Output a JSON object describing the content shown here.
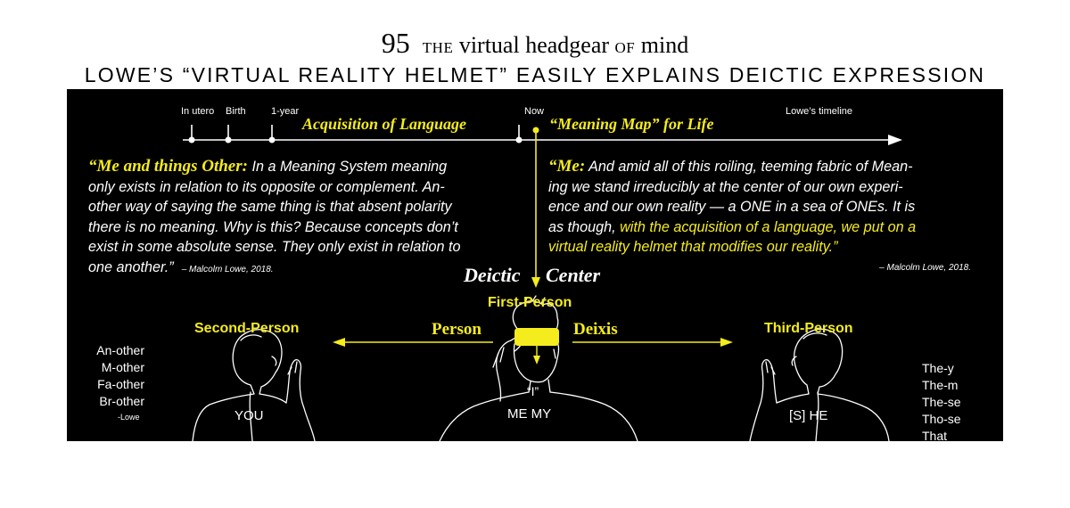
{
  "header": {
    "page_number": "95",
    "title_the": "THE",
    "title_mid": "virtual headgear",
    "title_of": "OF",
    "title_end": "mind",
    "subtitle": "LOWE’S “VIRTUAL REALITY HELMET” EASILY EXPLAINS DEICTIC EXPRESSION"
  },
  "timeline": {
    "ticks": [
      "In utero",
      "Birth",
      "1-year",
      "Now"
    ],
    "acquisition_label": "Acquisition of Language",
    "meaning_map_label": "“Meaning Map” for Life",
    "timeline_label": "Lowe’s timeline"
  },
  "quote_left": {
    "lead": "“Me and things Other:",
    "lines": [
      " In a Meaning System meaning",
      "only exists in relation to its opposite or complement. An-",
      "other way of saying the same thing is that absent polarity",
      "there is no meaning. Why is this? Because concepts don’t",
      "exist in some absolute sense. They only exist in relation to",
      "one another.”"
    ],
    "credit": "– Malcolm Lowe, 2018."
  },
  "quote_right": {
    "lead": "“Me:",
    "lines": [
      " And amid all of this roiling, teeming fabric of Mean-",
      "ing we stand irreducibly at the center of our own experi-",
      "ence and our own reality — a ONE in a sea of ONEs. It is",
      "as though, "
    ],
    "highlight_1": "with the acquisition of a language, we put on a",
    "highlight_2": "virtual reality helmet that modifies our reality.”",
    "credit": "– Malcolm Lowe, 2018."
  },
  "deictic": {
    "word1": "Deictic",
    "word2": "Center"
  },
  "persons": {
    "first": "First-Person",
    "second": "Second-Person",
    "third": "Third-Person",
    "person_word": "Person",
    "deixis_word": "Deixis"
  },
  "figures": {
    "you": "YOU",
    "i_quote": "“I”",
    "me_my": "ME MY",
    "she_he": "[S] HE"
  },
  "left_words": [
    "An-other",
    "M-other",
    "Fa-other",
    "Br-other"
  ],
  "left_credit": "-Lowe",
  "right_words": [
    "The-y",
    "The-m",
    "The-se",
    "Tho-se",
    "That"
  ],
  "colors": {
    "accent": "#f5ec1d",
    "background": "#000000",
    "text": "#ffffff"
  }
}
